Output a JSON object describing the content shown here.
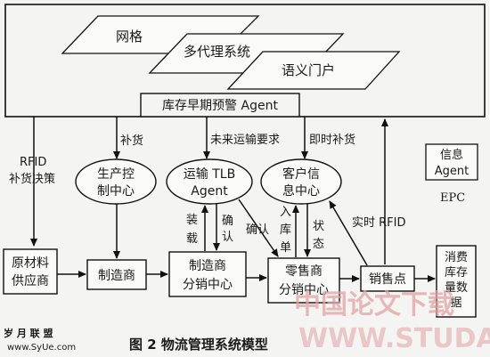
{
  "planes": [
    "网格",
    "多代理系统",
    "语义门户"
  ],
  "agent_box": "库存早期预警 Agent",
  "arrow_labels": {
    "restock": "补货",
    "future_transport": "未来运输要求",
    "instant_restock": "即时补货",
    "rfid_decision_1": "RFID",
    "rfid_decision_2": "补货决策",
    "realtime_rfid": "实时 RFID",
    "load": "装载",
    "confirm": "确认",
    "confirm2": "确认",
    "inbound_order": "入库单",
    "status": "状态"
  },
  "ellipses": {
    "production": [
      "生产控",
      "制中心"
    ],
    "transport": [
      "运输 TLB",
      "Agent"
    ],
    "customer": [
      "客户信",
      "息中心"
    ]
  },
  "boxes": {
    "supplier": [
      "原材料",
      "供应商"
    ],
    "manufacturer": "制造商",
    "mfr_dc": [
      "制造商",
      "分销中心"
    ],
    "retail_dc": [
      "零售商",
      "分销中心"
    ],
    "pos": "销售点",
    "consumer": [
      "消费",
      "库存",
      "量数",
      "据"
    ]
  },
  "info_agent": [
    "信息",
    "Agent"
  ],
  "epc": "EPC",
  "caption": "图 2    物流管理系统模型",
  "logo_text": [
    "岁 月 联 盟",
    "www.SyUe.com"
  ],
  "watermark": [
    "中国论文下载",
    "WWW.STUDA."
  ]
}
